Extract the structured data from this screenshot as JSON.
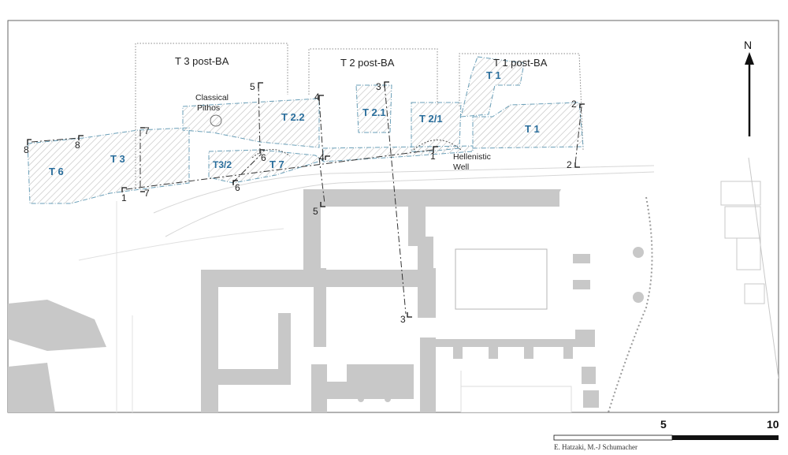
{
  "colors": {
    "wall": "#c8c8c8",
    "trench_label": "#2a6e9c",
    "trench_outline": "#6a9fb8",
    "hatch": "#bdbdbd",
    "text": "#222222"
  },
  "north": {
    "label": "N"
  },
  "areas": {
    "t3_post": "T 3 post-BA",
    "t2_post": "T 2 post-BA",
    "t1_post": "T 1 post-BA"
  },
  "trenches": {
    "t6": "T 6",
    "t3": "T 3",
    "t3_2": "T3/2",
    "t7": "T 7",
    "t2_2": "T 2.2",
    "t2_1": "T 2.1",
    "t2_slash_1": "T 2/1",
    "t1_north": "T 1",
    "t1_south": "T 1"
  },
  "features": {
    "pithos_line1": "Classical",
    "pithos_line2": "Pithos",
    "well_line1": "Hellenistic",
    "well_line2": "Well"
  },
  "sections": {
    "s8a": "8",
    "s8b": "8",
    "s7a": "7",
    "s7b": "7",
    "s1a": "1",
    "s1b": "1",
    "s6a": "6",
    "s6b": "6",
    "s5a": "5",
    "s5b": "5",
    "s4a": "4",
    "s4b": "4",
    "s3a": "3",
    "s3b": "3",
    "s2a": "2",
    "s2b": "2"
  },
  "scale": {
    "mid": "5",
    "end": "10"
  },
  "credit": "E. Hatzaki, M.-J Schumacher"
}
